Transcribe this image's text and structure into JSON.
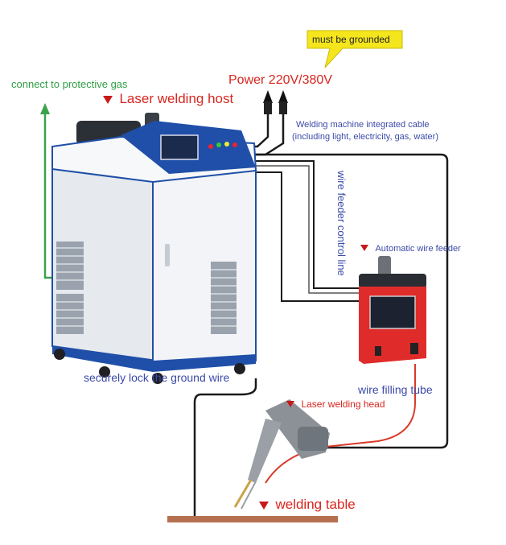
{
  "callout": {
    "text": "must be grounded",
    "fill": "#f4e51c"
  },
  "labels": {
    "gas": "connect to protective gas",
    "power": "Power 220V/380V",
    "host": "Laser welding host",
    "cable_line1": "Welding machine integrated cable",
    "cable_line2": "(including light, electricity, gas, water)",
    "wire_feeder_control": "wire feeder control line",
    "auto_feeder": "Automatic wire feeder",
    "ground": "securely lock the ground wire",
    "filling_tube": "wire filling tube",
    "head": "Laser welding head",
    "table": "welding table"
  },
  "colors": {
    "label_red": "#d8261f",
    "label_blue": "#3b4aa8",
    "label_green": "#2f9e45",
    "marker": "#c8191a",
    "machine_blue": "#1f4fa8",
    "feeder_red": "#e02b2b",
    "table_brown": "#b5704f"
  },
  "icons": [
    "marker-triangle-icon",
    "plug-arrow-icon",
    "gas-arrow-icon"
  ]
}
